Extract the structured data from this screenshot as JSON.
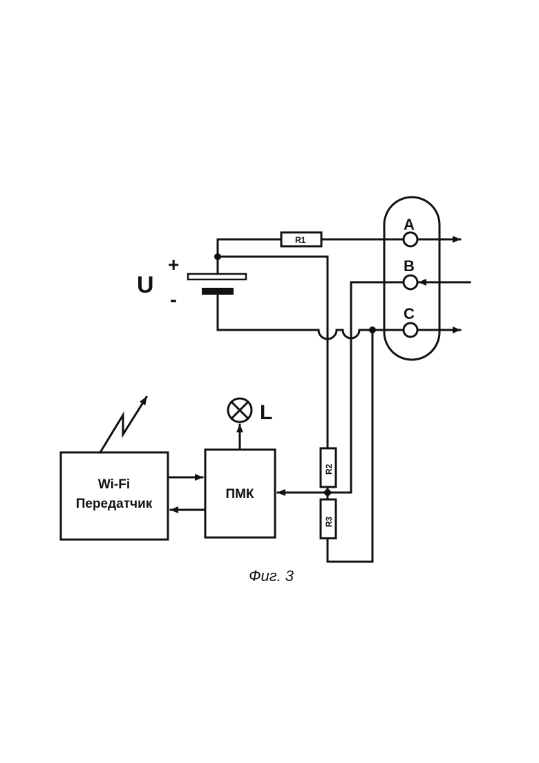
{
  "diagram": {
    "source": {
      "label": "U",
      "plus": "+",
      "minus": "-"
    },
    "resistors": {
      "r1": "R1",
      "r2": "R2",
      "r3": "R3"
    },
    "connector": {
      "terminals": [
        "A",
        "B",
        "C"
      ]
    },
    "blocks": {
      "wifi_line1": "Wi-Fi",
      "wifi_line2": "Передатчик",
      "mcu": "ПМК"
    },
    "lamp": {
      "label": "L"
    },
    "caption": "Фиг. 3",
    "icons": [
      "antenna-icon",
      "lamp-icon"
    ]
  }
}
